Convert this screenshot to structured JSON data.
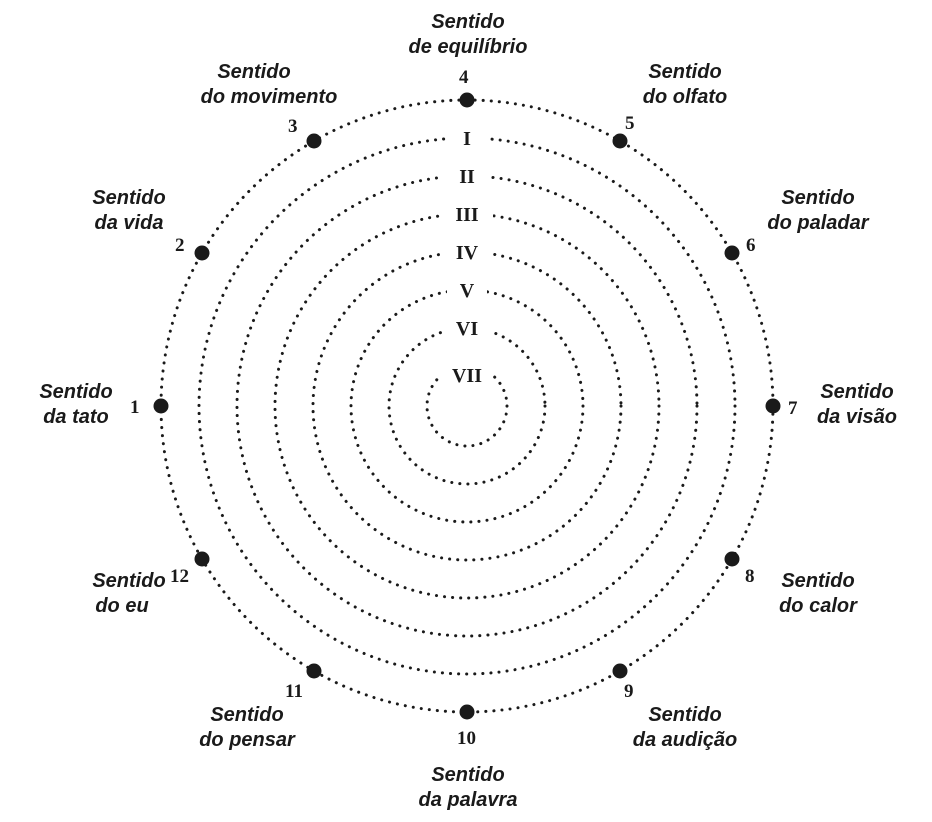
{
  "senses": [
    {
      "number": "1",
      "line1": "Sentido",
      "line2": "da tato"
    },
    {
      "number": "2",
      "line1": "Sentido",
      "line2": "da vida"
    },
    {
      "number": "3",
      "line1": "Sentido",
      "line2": "do movimento"
    },
    {
      "number": "4",
      "line1": "Sentido",
      "line2": "de equilíbrio"
    },
    {
      "number": "5",
      "line1": "Sentido",
      "line2": "do olfato"
    },
    {
      "number": "6",
      "line1": "Sentido",
      "line2": "do paladar"
    },
    {
      "number": "7",
      "line1": "Sentido",
      "line2": "da visão"
    },
    {
      "number": "8",
      "line1": "Sentido",
      "line2": "do calor"
    },
    {
      "number": "9",
      "line1": "Sentido",
      "line2": "da audição"
    },
    {
      "number": "10",
      "line1": "Sentido",
      "line2": "da palavra"
    },
    {
      "number": "11",
      "line1": "Sentido",
      "line2": "do pensar"
    },
    {
      "number": "12",
      "line1": "Sentido",
      "line2": "do eu"
    }
  ],
  "rings": [
    "I",
    "II",
    "III",
    "IV",
    "V",
    "VI",
    "VII"
  ]
}
